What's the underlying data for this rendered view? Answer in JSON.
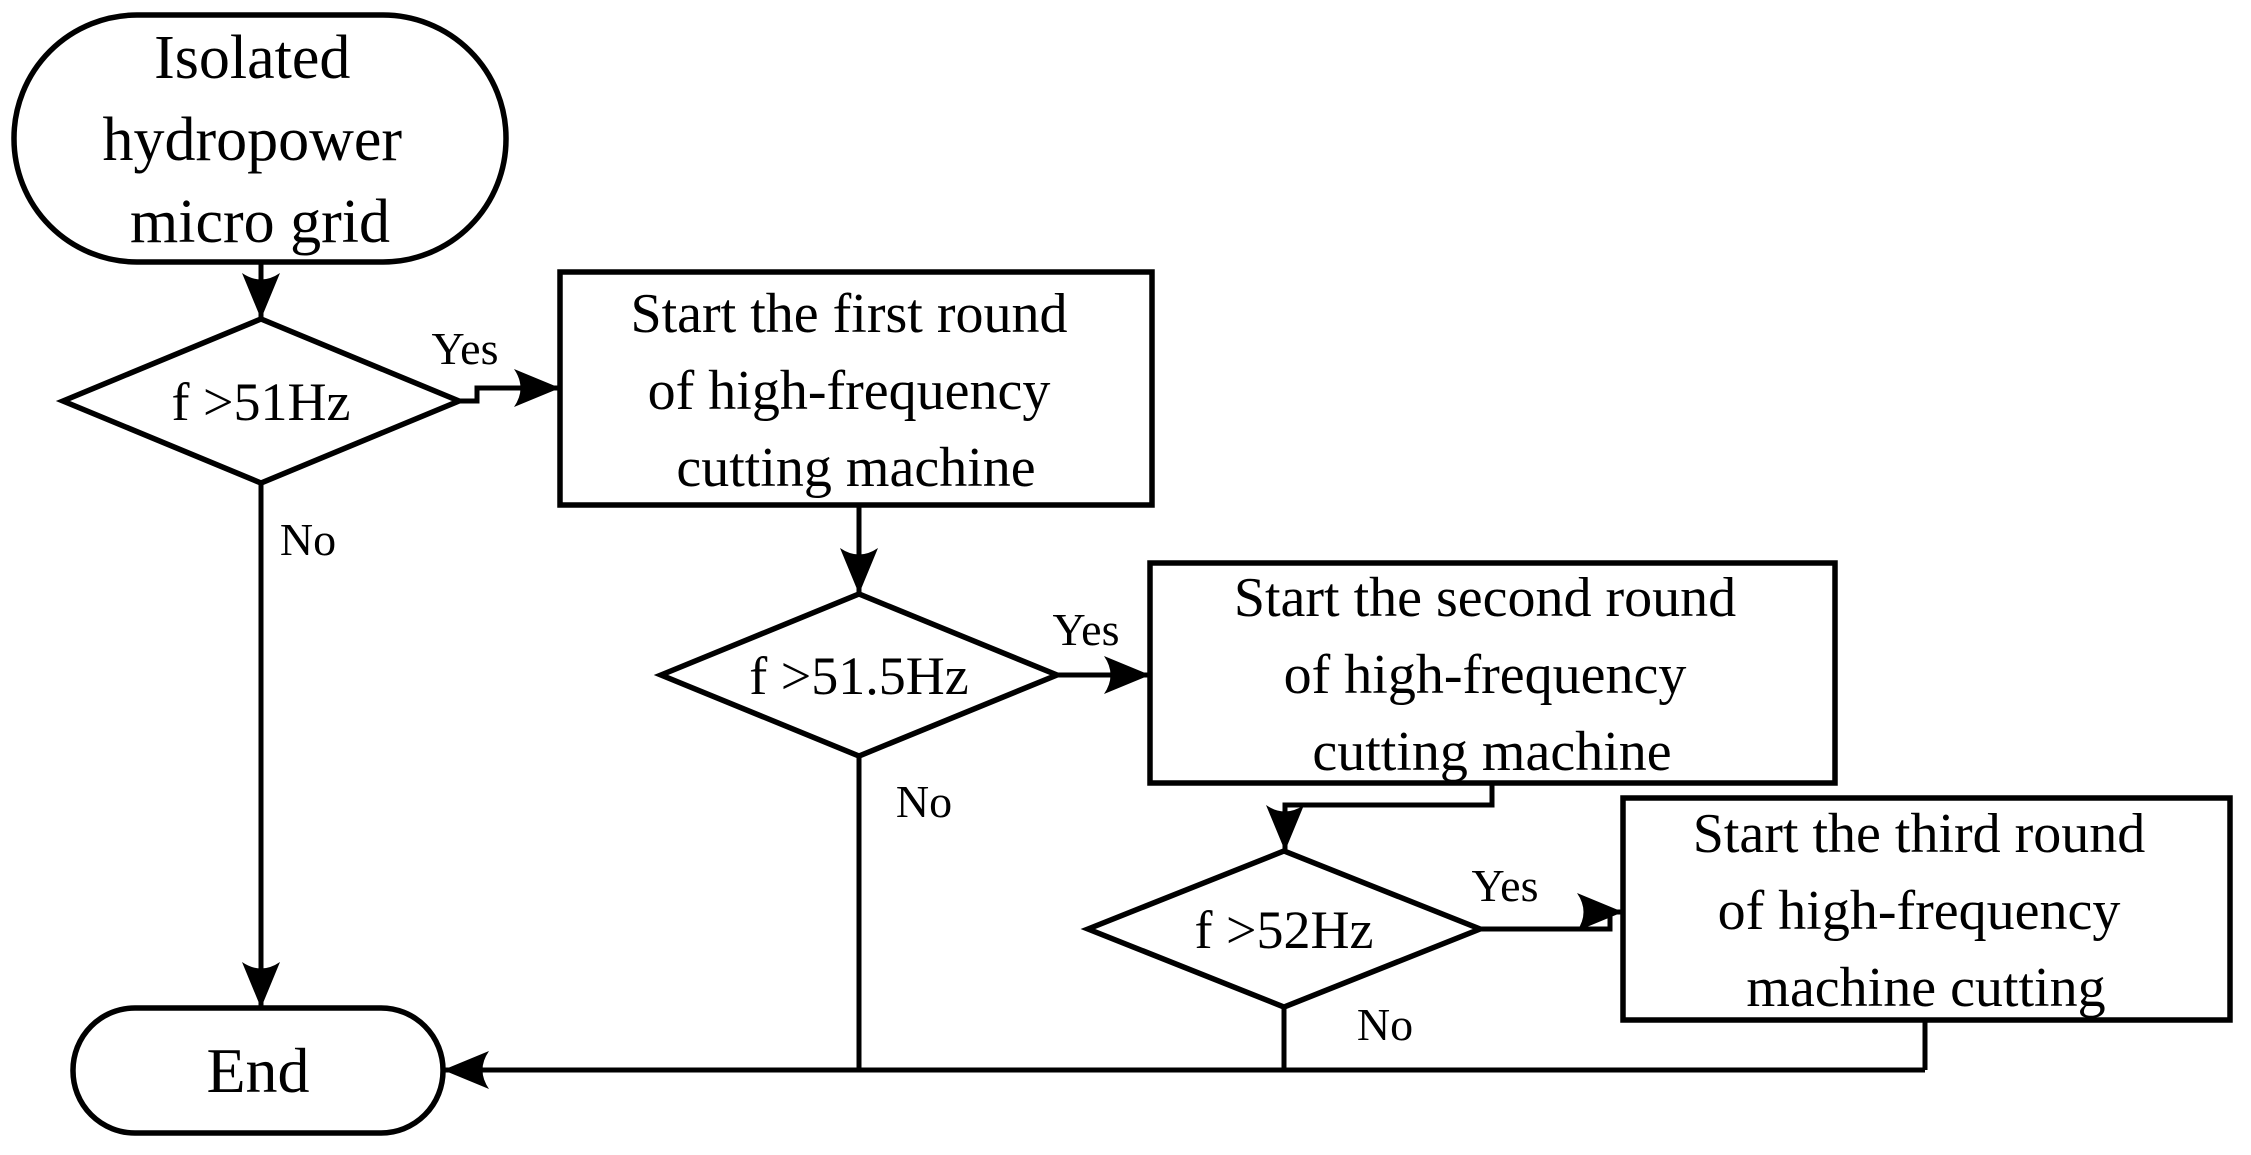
{
  "diagram": {
    "background": "#ffffff",
    "stroke_color": "#000000",
    "nodes": {
      "start": {
        "shape": "terminator",
        "lines": [
          "Isolated",
          "hydropower",
          "micro grid"
        ]
      },
      "decision1": {
        "shape": "decision",
        "label": "f >51Hz"
      },
      "process1": {
        "shape": "process",
        "lines": [
          "Start the first round",
          "of high-frequency",
          "cutting machine"
        ]
      },
      "decision2": {
        "shape": "decision",
        "label": "f >51.5Hz"
      },
      "process2": {
        "shape": "process",
        "lines": [
          "Start the second round",
          "of high-frequency",
          "cutting machine"
        ]
      },
      "decision3": {
        "shape": "decision",
        "label": "f >52Hz"
      },
      "process3": {
        "shape": "process",
        "lines": [
          "Start the third round",
          "of high-frequency",
          "machine cutting"
        ]
      },
      "end": {
        "shape": "terminator",
        "label": "End"
      }
    },
    "edge_labels": {
      "decision1_yes": "Yes",
      "decision1_no": "No",
      "decision2_yes": "Yes",
      "decision2_no": "No",
      "decision3_yes": "Yes",
      "decision3_no": "No"
    }
  }
}
